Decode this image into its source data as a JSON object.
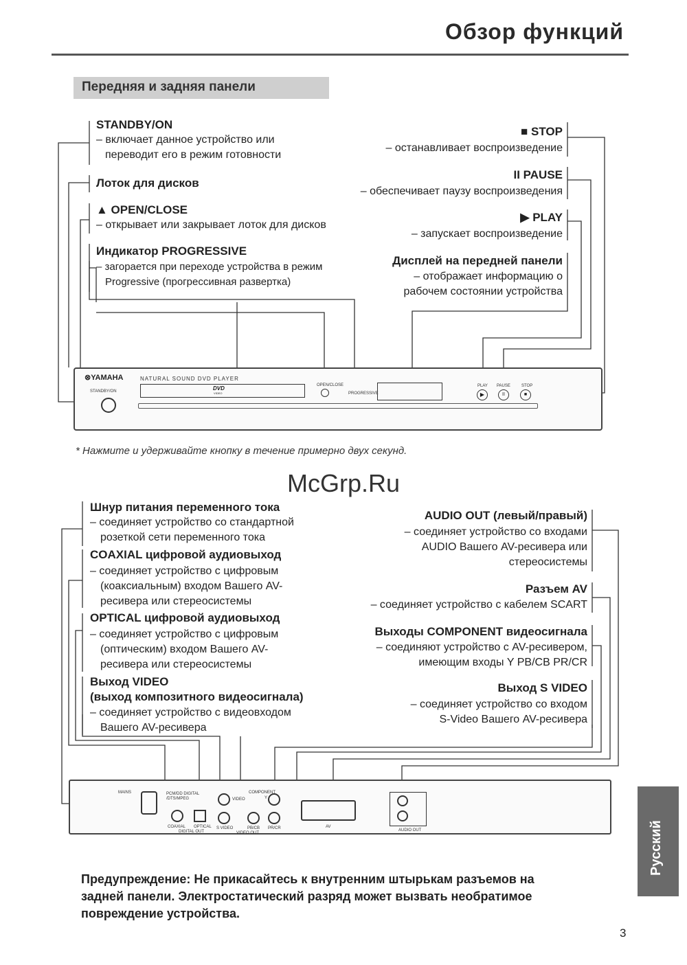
{
  "header": {
    "title": "Обзор функций",
    "section": "Передняя и задняя панели"
  },
  "front": {
    "standby": {
      "label": "STANDBY/ON",
      "desc1": "– включает данное устройство или",
      "desc2": "переводит его в режим готовности"
    },
    "tray": {
      "label": "Лоток для дисков"
    },
    "open_close": {
      "label": "▲ OPEN/CLOSE",
      "desc": "– открывает или закрывает лоток для дисков"
    },
    "progressive": {
      "label": "Индикатор PROGRESSIVE",
      "desc1": "– загорается при переходе устройства в режим",
      "desc2": "Progressive (прогрессивная развертка)"
    },
    "stop": {
      "label": "■ STOP",
      "desc": "– останавливает воспроизведение"
    },
    "pause": {
      "label": "II PAUSE",
      "desc": "– обеспечивает паузу воспроизведения"
    },
    "play": {
      "label": "▶ PLAY",
      "desc": "– запускает воспроизведение"
    },
    "display": {
      "label": "Дисплей на передней панели",
      "desc1": "– отображает информацию о",
      "desc2": "рабочем состоянии устройства"
    }
  },
  "front_device": {
    "brand": "⊗YAMAHA",
    "model": "NATURAL SOUND DVD PLAYER",
    "standby_label": "STANDBY/ON",
    "dvd_logo": "DVD",
    "dvd_sub": "VIDEO",
    "open_close_label": "OPEN/CLOSE",
    "progressive_label": "PROGRESSIVE",
    "play_label": "PLAY",
    "pause_label": "PAUSE",
    "stop_label": "STOP"
  },
  "footnote": "* Нажмите и удерживайте кнопку в течение примерно двух секунд.",
  "watermark": "McGrp.Ru",
  "rear": {
    "mains": {
      "label": "Шнур питания переменного тока",
      "desc1": "– соединяет устройство со стандартной",
      "desc2": "розеткой сети переменного тока"
    },
    "coaxial": {
      "label": "COAXIAL цифровой аудиовыход",
      "desc1": "– соединяет устройство с цифровым",
      "desc2": "(коаксиальным) входом Вашего AV-",
      "desc3": "ресивера или стереосистемы"
    },
    "optical": {
      "label": "OPTICAL цифровой аудиовыход",
      "desc1": "– соединяет устройство с цифровым",
      "desc2": "(оптическим) входом Вашего AV-",
      "desc3": "ресивера или стереосистемы"
    },
    "video": {
      "label1": "Выход VIDEO",
      "label2": "(выход композитного видеосигнала)",
      "desc1": "– соединяет устройство с видеовходом",
      "desc2": "Вашего AV-ресивера"
    },
    "audio_out": {
      "label": "AUDIO OUT (левый/правый)",
      "desc1": "– соединяет устройство со входами",
      "desc2": "AUDIO Вашего AV-ресивера или",
      "desc3": "стереосистемы"
    },
    "av": {
      "label": "Разъем AV",
      "desc": "– соединяет устройство с кабелем SCART"
    },
    "component": {
      "label": "Выходы COMPONENT видеосигнала",
      "desc1": "– соединяют устройство с AV-ресивером,",
      "desc2": "имеющим входы Y PB/CB PR/CR"
    },
    "svideo": {
      "label": "Выход S VIDEO",
      "desc1": "– соединяет устройство со входом",
      "desc2": "S-Video Вашего AV-ресивера"
    }
  },
  "rear_device": {
    "mains": "MAINS",
    "pcm": "PCM/DD DIGITAL",
    "dts": "/DTS/MPEG",
    "coaxial": "COAXIAL",
    "optical": "OPTICAL",
    "digital_out": "DIGITAL OUT",
    "video": "VIDEO",
    "component": "COMPONENT",
    "y": "Y",
    "s_video": "S VIDEO",
    "pb": "PB/CB",
    "pr": "PR/CR",
    "video_out": "VIDEO OUT",
    "av": "AV",
    "audio_out": "AUDIO OUT"
  },
  "language_tab": "Русский",
  "warning": {
    "line1": "Предупреждение: Не прикасайтесь к внутренним штырькам разъемов на",
    "line2": "задней панели. Электростатический разряд может вызвать необратимое",
    "line3": "повреждение устройства."
  },
  "page_number": "3"
}
